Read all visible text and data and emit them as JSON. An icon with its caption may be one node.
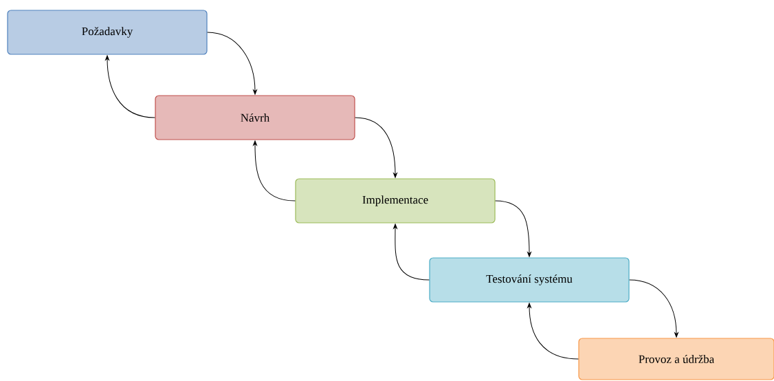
{
  "diagram": {
    "nodes": [
      {
        "text": [
          "Požadavky"
        ]
      },
      {
        "text": [
          "Návrh"
        ]
      },
      {
        "text": [
          "Implementace"
        ]
      },
      {
        "text": [
          "Testování systému"
        ]
      },
      {
        "text": [
          "Provoz a údržba"
        ]
      }
    ],
    "edges": [
      {
        "from": 0,
        "to": 1,
        "arrow": "to"
      },
      {
        "from": 1,
        "to": 0,
        "arrow": "to"
      },
      {
        "from": 1,
        "to": 2,
        "arrow": "to"
      },
      {
        "from": 2,
        "to": 1,
        "arrow": "to"
      },
      {
        "from": 2,
        "to": 3,
        "arrow": "to"
      },
      {
        "from": 3,
        "to": 2,
        "arrow": "to"
      },
      {
        "from": 3,
        "to": 4,
        "arrow": "to"
      },
      {
        "from": 4,
        "to": 3,
        "arrow": "to"
      }
    ]
  }
}
